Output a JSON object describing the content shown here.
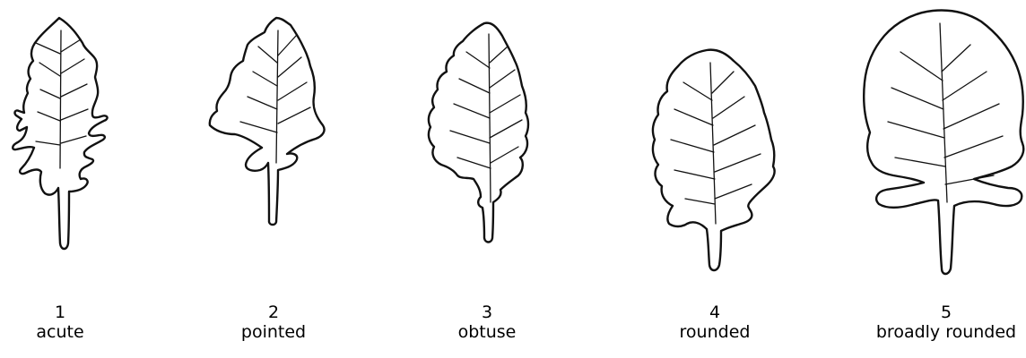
{
  "figure": {
    "leaves": [
      {
        "number": "1",
        "name": "acute"
      },
      {
        "number": "2",
        "name": "pointed"
      },
      {
        "number": "3",
        "name": "obtuse"
      },
      {
        "number": "4",
        "name": "rounded"
      },
      {
        "number": "5",
        "name": "broadly rounded"
      }
    ]
  }
}
